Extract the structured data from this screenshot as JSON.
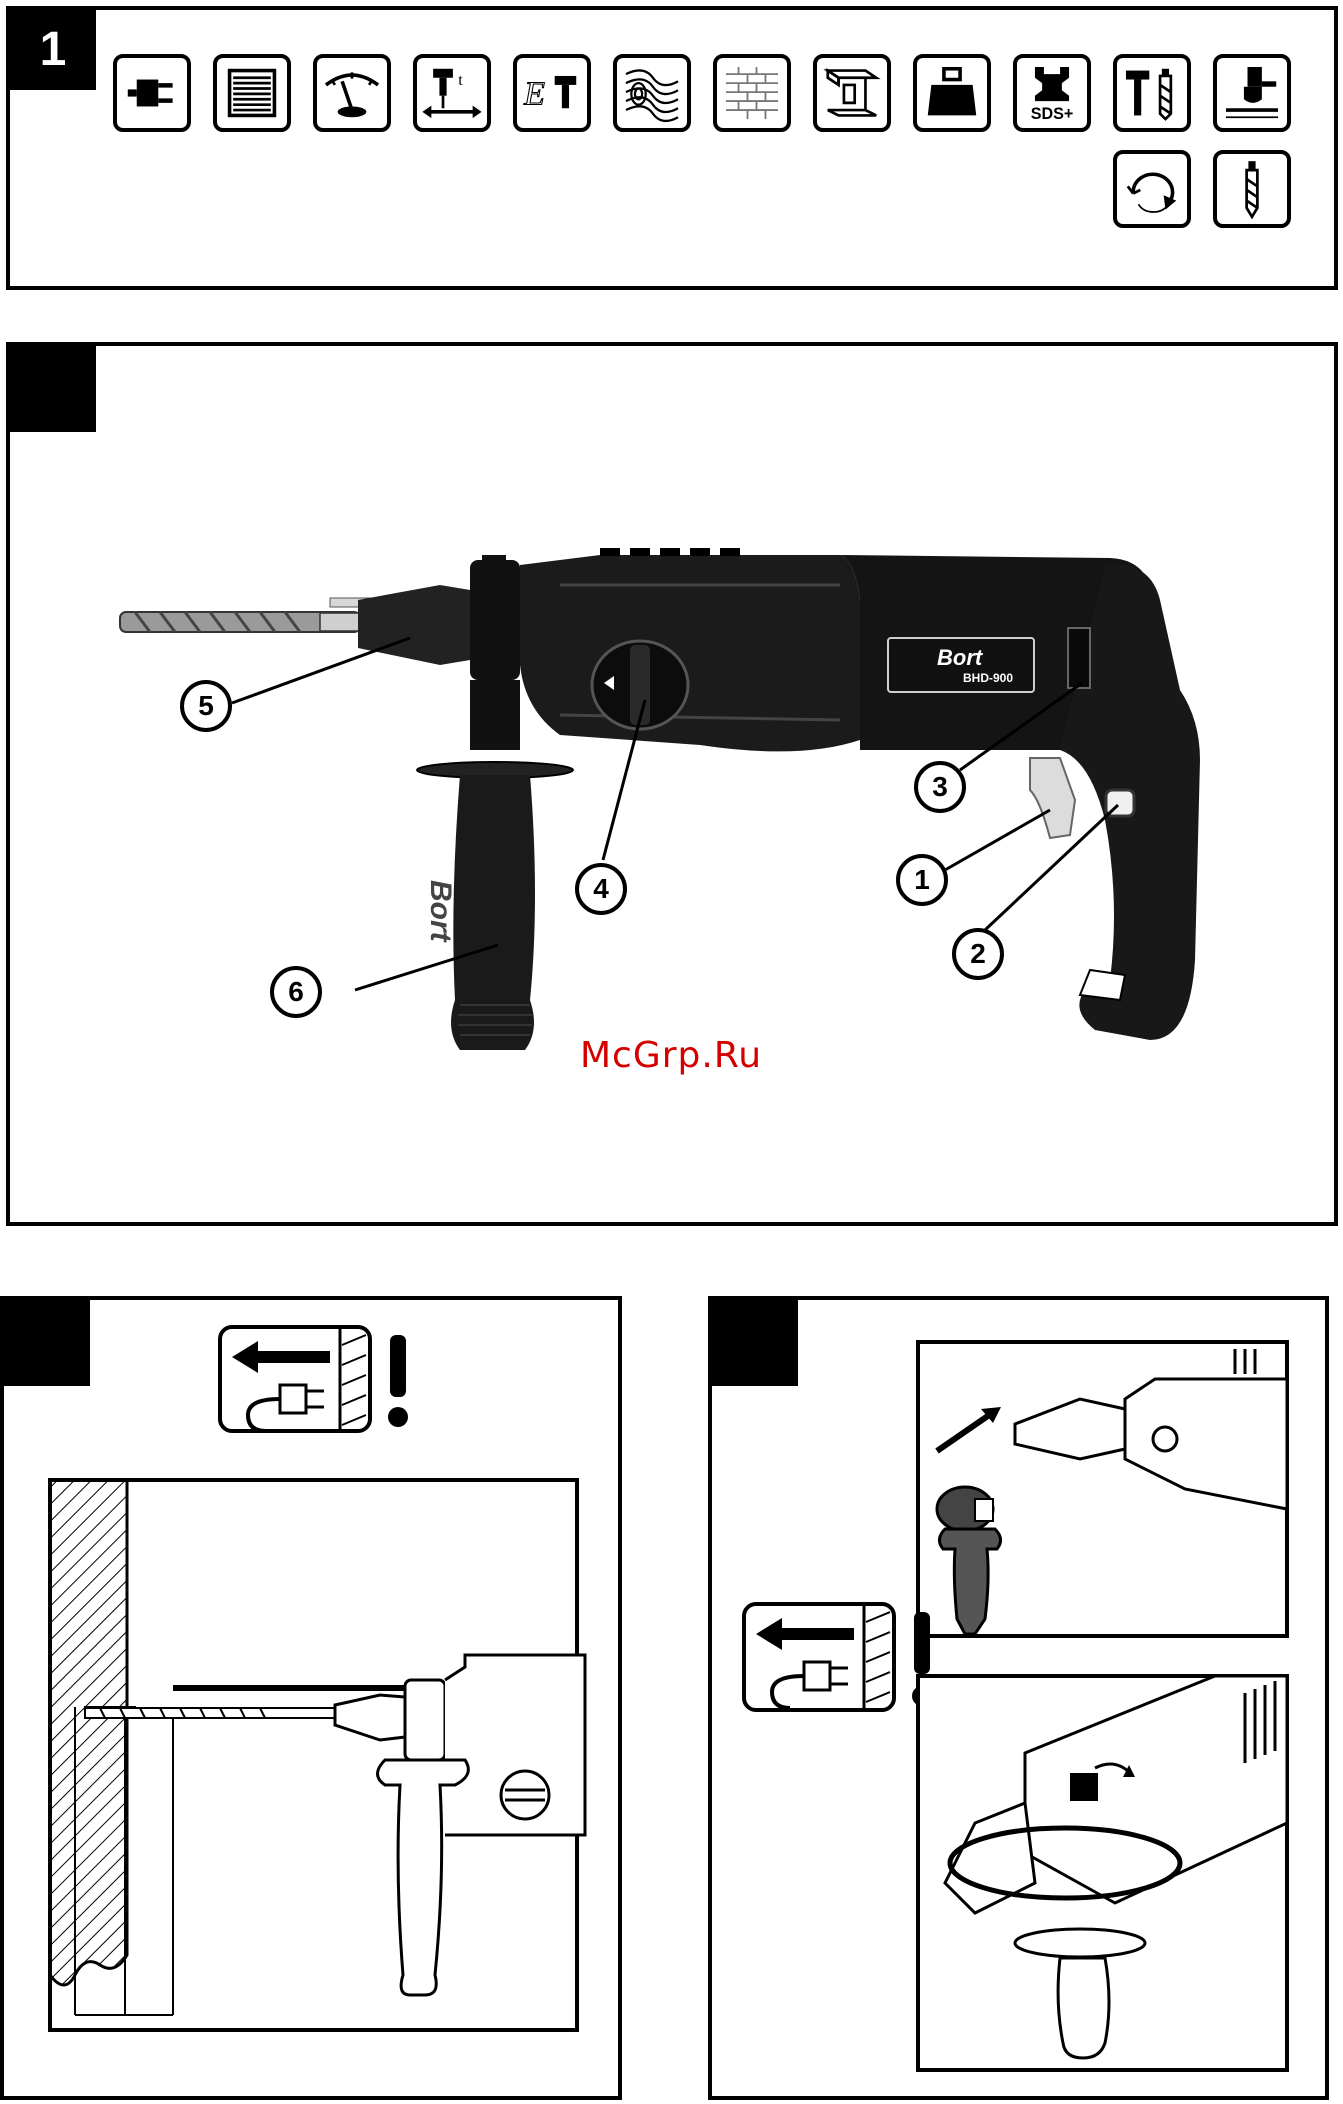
{
  "page": {
    "watermark": "McGrp.Ru"
  },
  "figure1": {
    "number": "1",
    "icons": [
      {
        "name": "plug-icon"
      },
      {
        "name": "motor-icon"
      },
      {
        "name": "gauge-icon"
      },
      {
        "name": "impact-energy-icon"
      },
      {
        "name": "impact-energy-e-icon"
      },
      {
        "name": "wood-icon"
      },
      {
        "name": "brick-icon"
      },
      {
        "name": "steel-beam-icon"
      },
      {
        "name": "weight-icon"
      },
      {
        "name": "sds-plus-icon",
        "label": "SDS+"
      },
      {
        "name": "hammer-drill-mode-icon"
      },
      {
        "name": "chisel-mode-icon"
      },
      {
        "name": "reverse-rotation-icon"
      },
      {
        "name": "drill-mode-icon"
      }
    ]
  },
  "figure2": {
    "number": "",
    "brand": "Bort",
    "model": "BHD-900",
    "grip_brand": "Bort",
    "callouts": [
      "1",
      "2",
      "3",
      "4",
      "5",
      "6"
    ]
  },
  "figure3": {
    "number": ""
  },
  "figure4": {
    "number": ""
  },
  "colors": {
    "line": "#000000",
    "tool_body": "#1b1b1b",
    "tool_highlight": "#555555",
    "watermark": "#d40000"
  }
}
